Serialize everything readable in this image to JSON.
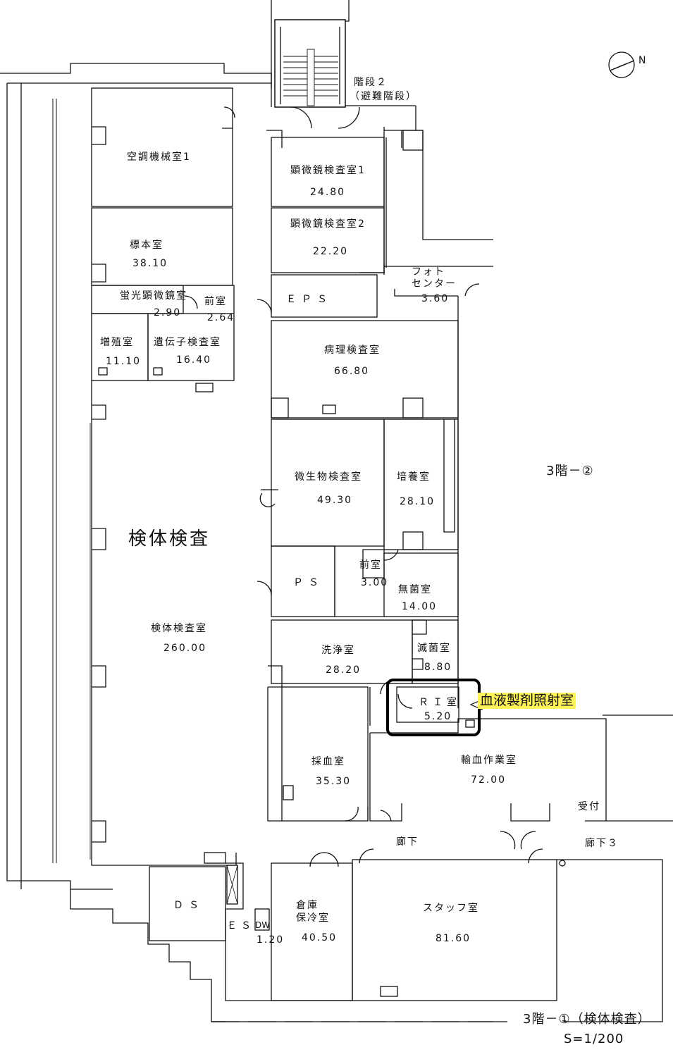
{
  "rooms": [
    {
      "name": "空調機械室1",
      "area": ""
    },
    {
      "name": "顕微鏡検査室1",
      "area": "24.80"
    },
    {
      "name": "顕微鏡検査室2",
      "area": "22.20"
    },
    {
      "name": "標本室",
      "area": "38.10"
    },
    {
      "name": "蛍光顕微鏡室",
      "area": "2.90"
    },
    {
      "name": "前室",
      "area": "2.64"
    },
    {
      "name": "増殖室",
      "area": "11.10"
    },
    {
      "name": "遺伝子検査室",
      "area": "16.40"
    },
    {
      "name": "ＥＰＳ",
      "area": ""
    },
    {
      "name": "フォト\nセンター",
      "area": "3.60"
    },
    {
      "name": "病理検査室",
      "area": "66.80"
    },
    {
      "name": "微生物検査室",
      "area": "49.30"
    },
    {
      "name": "培養室",
      "area": "28.10"
    },
    {
      "name": "ＰＳ",
      "area": ""
    },
    {
      "name": "前室",
      "area": "3.00"
    },
    {
      "name": "無菌室",
      "area": "14.00"
    },
    {
      "name": "検体検査室",
      "area": "260.00"
    },
    {
      "name": "洗浄室",
      "area": "28.20"
    },
    {
      "name": "滅菌室",
      "area": "8.80"
    },
    {
      "name": "ＲＩ室",
      "area": "5.20"
    },
    {
      "name": "採血室",
      "area": "35.30"
    },
    {
      "name": "輸血作業室",
      "area": "72.00"
    },
    {
      "name": "ＤＳ",
      "area": ""
    },
    {
      "name": "倉庫\n保冷室",
      "area": "40.50"
    },
    {
      "name": "スタッフ室",
      "area": "81.60"
    }
  ],
  "labels": {
    "stairs": "階段２",
    "stairs_sub": "（避難階段）",
    "section": "検体検査",
    "floor_ref": "3階－②",
    "callout": "血液製剤照射室",
    "reception": "受付",
    "corridor": "廊下",
    "corridor3": "廊下３",
    "es": "ＥＳ",
    "dw": "DW",
    "dw_area": "1.20",
    "title": "3階－①（検体検査）",
    "scale": "S=1/200"
  },
  "colors": {
    "wall": "#111111",
    "highlight": "#fff35a"
  }
}
